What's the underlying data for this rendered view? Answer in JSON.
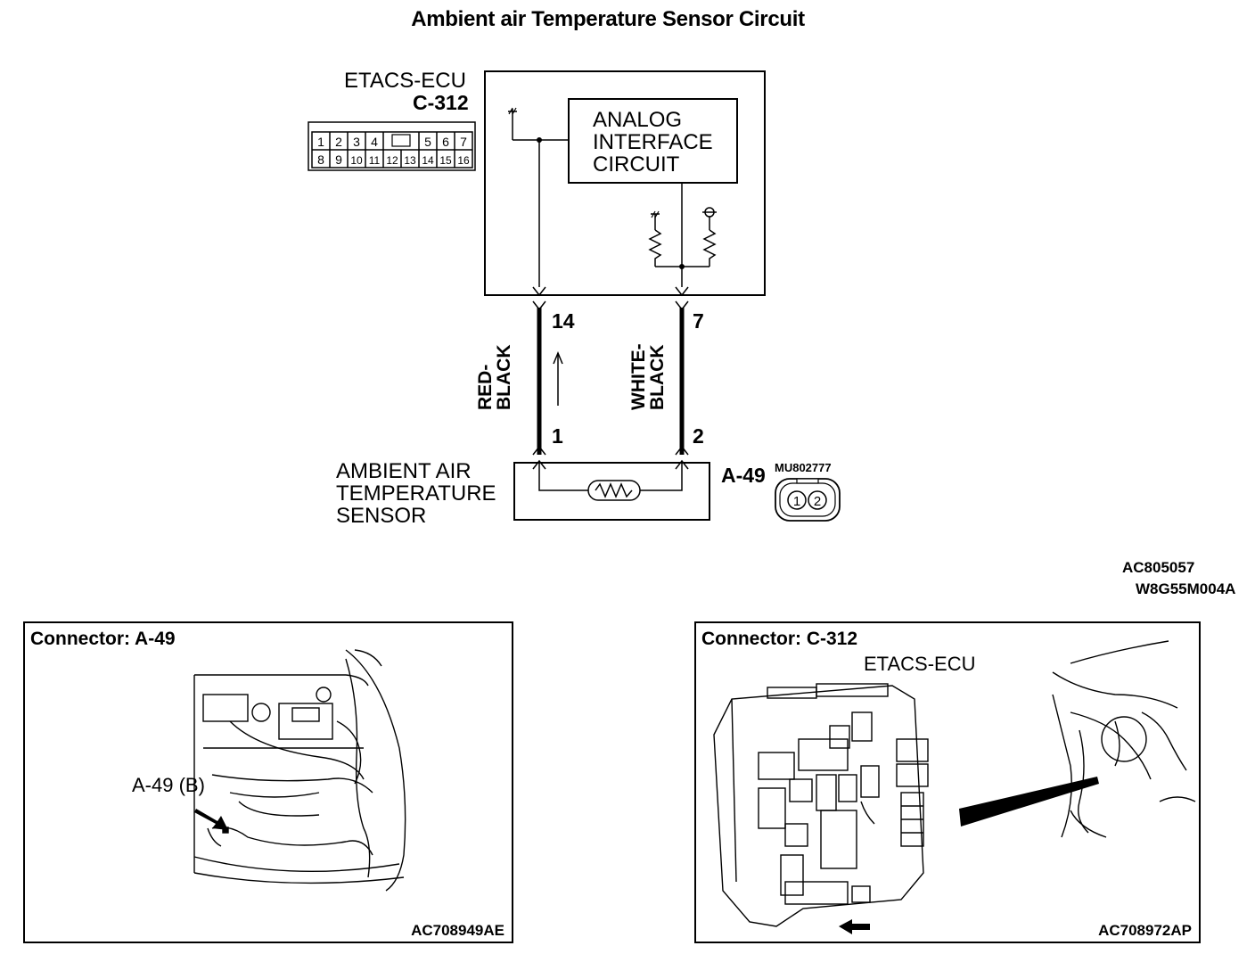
{
  "title": "Ambient air Temperature Sensor Circuit",
  "ecu": {
    "name": "ETACS-ECU",
    "connector": "C-312",
    "pins_top": [
      "1",
      "2",
      "3",
      "4",
      "",
      "5",
      "6",
      "7"
    ],
    "pins_bottom": [
      "8",
      "9",
      "10",
      "11",
      "12",
      "13",
      "14",
      "15",
      "16"
    ],
    "analog_interface": [
      "ANALOG",
      "INTERFACE",
      "CIRCUIT"
    ]
  },
  "wires": {
    "left": {
      "ecu_pin": "14",
      "sensor_pin": "1",
      "color_line1": "RED-",
      "color_line2": "BLACK"
    },
    "right": {
      "ecu_pin": "7",
      "sensor_pin": "2",
      "color_line1": "WHITE-",
      "color_line2": "BLACK"
    }
  },
  "sensor": {
    "label": [
      "AMBIENT AIR",
      "TEMPERATURE",
      "SENSOR"
    ],
    "connector": "A-49",
    "part_number": "MU802777",
    "pins": [
      "1",
      "2"
    ]
  },
  "codes": {
    "code1": "AC805057",
    "code2": "W8G55M004A"
  },
  "panel_left": {
    "title": "Connector: A-49",
    "callout": "A-49 (B)",
    "code": "AC708949AE"
  },
  "panel_right": {
    "title": "Connector: C-312",
    "subtitle": "ETACS-ECU",
    "code": "AC708972AP"
  }
}
